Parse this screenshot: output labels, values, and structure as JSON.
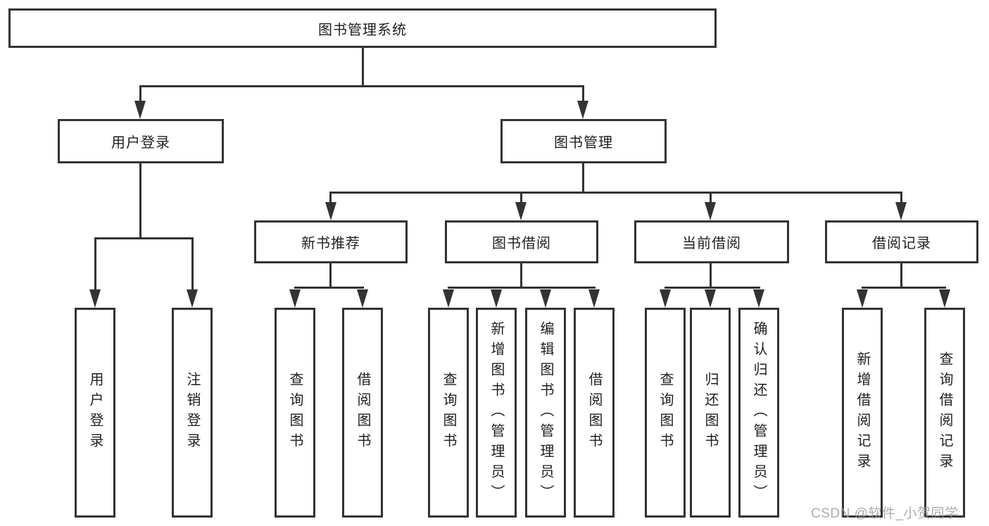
{
  "colors": {
    "background": "#ffffff",
    "line": "#333333",
    "box_border": "#333333",
    "text": "#1f1f1f",
    "watermark": "#9e9e9e"
  },
  "tree": {
    "root": {
      "label": "图书管理系统"
    },
    "branches": [
      {
        "label": "用户登录",
        "children": [
          {
            "label": "用户登录"
          },
          {
            "label": "注销登录"
          }
        ]
      },
      {
        "label": "图书管理",
        "children": [
          {
            "label": "新书推荐",
            "children": [
              {
                "label": "查询图书"
              },
              {
                "label": "借阅图书"
              }
            ]
          },
          {
            "label": "图书借阅",
            "children": [
              {
                "label": "查询图书"
              },
              {
                "label": "新增图书（管理员）"
              },
              {
                "label": "编辑图书（管理员）"
              },
              {
                "label": "借阅图书"
              }
            ]
          },
          {
            "label": "当前借阅",
            "children": [
              {
                "label": "查询图书"
              },
              {
                "label": "归还图书"
              },
              {
                "label": "确认归还（管理员）"
              }
            ]
          },
          {
            "label": "借阅记录",
            "children": [
              {
                "label": "新增借阅记录"
              },
              {
                "label": "查询借阅记录"
              }
            ]
          }
        ]
      }
    ]
  },
  "watermark": {
    "text": "CSDN @软件_小贺同学"
  }
}
